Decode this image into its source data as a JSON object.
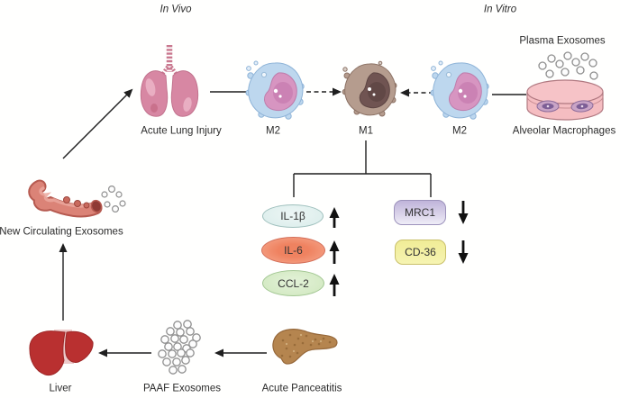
{
  "diagram": {
    "background_color": "#fffffe",
    "sections": {
      "in_vivo": "In Vivo",
      "in_vitro": "In Vitro"
    },
    "labels": {
      "acute_lung_injury": "Acute Lung Injury",
      "m2_left": "M2",
      "m1": "M1",
      "m2_right": "M2",
      "plasma_exosomes": "Plasma Exosomes",
      "alveolar_macrophages": "Alveolar Macrophages",
      "new_circulating_exosomes": "New Circulating Exosomes",
      "liver": "Liver",
      "paaf_exosomes": "PAAF Exosomes",
      "acute_pancreatitis": "Acute Panceatitis"
    },
    "markers": {
      "up": [
        {
          "label": "IL-1β",
          "fill": "#dcecea",
          "border": "#9fc0bd",
          "direction": "up"
        },
        {
          "label": "IL-6",
          "fill": "#ef8260",
          "border": "#d4705a",
          "direction": "up"
        },
        {
          "label": "CCL-2",
          "fill": "#d5eac3",
          "border": "#a3c793",
          "direction": "up"
        }
      ],
      "down": [
        {
          "label": "MRC1",
          "fill": "#c5bbde",
          "border": "#9c92bb",
          "direction": "down"
        },
        {
          "label": "CD-36",
          "fill": "#f2efa0",
          "border": "#c9c06a",
          "direction": "down"
        }
      ]
    },
    "icons": [
      {
        "name": "lungs-icon",
        "color": "#d787a3"
      },
      {
        "name": "m2-macrophage-icon",
        "color": "#bdd7ee"
      },
      {
        "name": "m1-macrophage-icon",
        "color": "#b59c8e"
      },
      {
        "name": "petri-dish-icon",
        "color": "#f5bdc1"
      },
      {
        "name": "exosome-circles-icon",
        "color": "#8f8f8f"
      },
      {
        "name": "blood-vessel-icon",
        "color": "#db8377"
      },
      {
        "name": "liver-icon",
        "color": "#b93030"
      },
      {
        "name": "pancreas-icon",
        "color": "#b5854f"
      }
    ],
    "arrow_color": "#1f1f1f"
  }
}
